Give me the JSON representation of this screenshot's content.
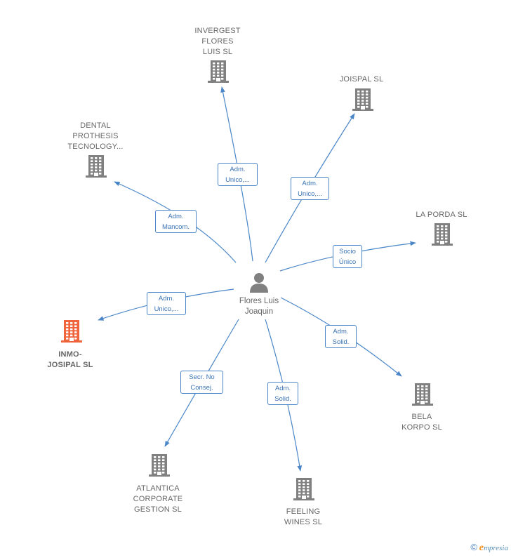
{
  "colors": {
    "edge": "#4a86c8",
    "company": "#808080",
    "company_highlight": "#f0643c",
    "person": "#808080",
    "label": "#666666",
    "brand_accent": "#f09020"
  },
  "center": {
    "name_line1": "Flores Luis",
    "name_line2": "Joaquin",
    "icon": "person-icon"
  },
  "companies": [
    {
      "id": "invergest",
      "lines": [
        "INVERGEST",
        "FLORES",
        "LUIS  SL"
      ],
      "highlight": false,
      "icon": "building-icon"
    },
    {
      "id": "joispal",
      "lines": [
        "JOISPAL SL"
      ],
      "highlight": false,
      "icon": "building-icon"
    },
    {
      "id": "dental",
      "lines": [
        "DENTAL",
        "PROTHESIS",
        "TECNOLOGY..."
      ],
      "highlight": false,
      "icon": "building-icon"
    },
    {
      "id": "laporda",
      "lines": [
        "LA PORDA SL"
      ],
      "highlight": false,
      "icon": "building-icon"
    },
    {
      "id": "inmo",
      "lines": [
        "INMO-",
        "JOSIPAL  SL"
      ],
      "highlight": true,
      "icon": "building-icon"
    },
    {
      "id": "bela",
      "lines": [
        "BELA",
        "KORPO  SL"
      ],
      "highlight": false,
      "icon": "building-icon"
    },
    {
      "id": "atlantica",
      "lines": [
        "ATLANTICA",
        "CORPORATE",
        "GESTION  SL"
      ],
      "highlight": false,
      "icon": "building-icon"
    },
    {
      "id": "feeling",
      "lines": [
        "FEELING",
        "WINES  SL"
      ],
      "highlight": false,
      "icon": "building-icon"
    }
  ],
  "edges": [
    {
      "to": "invergest",
      "lines": [
        "Adm.",
        "Unico,..."
      ]
    },
    {
      "to": "joispal",
      "lines": [
        "Adm.",
        "Unico,..."
      ]
    },
    {
      "to": "dental",
      "lines": [
        "Adm.",
        "Mancom."
      ]
    },
    {
      "to": "laporda",
      "lines": [
        "Socio",
        "Único"
      ]
    },
    {
      "to": "inmo",
      "lines": [
        "Adm.",
        "Unico,..."
      ]
    },
    {
      "to": "bela",
      "lines": [
        "Adm.",
        "Solid."
      ]
    },
    {
      "to": "atlantica",
      "lines": [
        "Secr.  No",
        "Consej."
      ]
    },
    {
      "to": "feeling",
      "lines": [
        "Adm.",
        "Solid."
      ]
    }
  ],
  "brand": {
    "copyright": "©",
    "initial": "e",
    "rest": "mpresia"
  }
}
